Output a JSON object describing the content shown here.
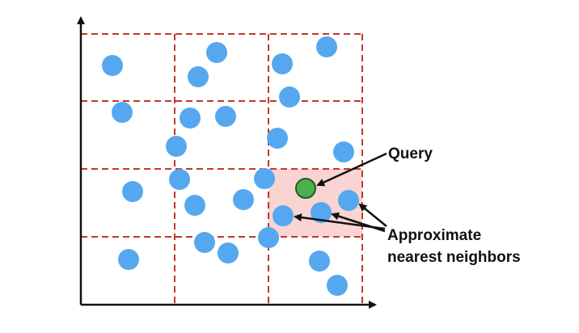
{
  "labels": {
    "query": "Query",
    "neighbors_line1": "Approximate",
    "neighbors_line2": "nearest neighbors"
  },
  "colors": {
    "background": "#ffffff",
    "axis": "#111111",
    "grid": "#c0392b",
    "point": "#55a8f0",
    "query_fill": "#4caf50",
    "query_stroke": "#1f5f23",
    "highlight": "#f9d4d2",
    "text": "#111111"
  }
}
